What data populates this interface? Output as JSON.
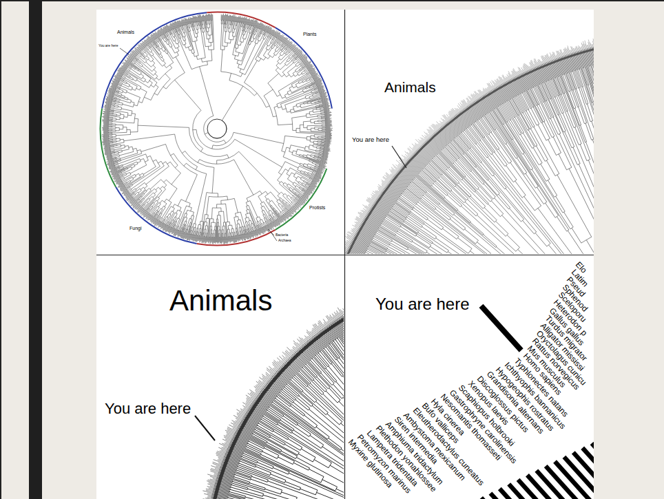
{
  "diagram": {
    "labels": [
      "Animals",
      "You are here",
      "Plants",
      "Protists",
      "Fungi",
      "Bacteria",
      "Archaea",
      "Animals",
      "You are here",
      "Animals",
      "You are here",
      "You are here",
      "Myxine glutinosa",
      "Petromyzon marinus",
      "Lampetra tridentata",
      "Plethodon yonahlossee",
      "Amphiuma tridactylum",
      "Siren intermedia",
      "Ambystoma mexicanum",
      "Eleutherodactylus cuneatus",
      "Bufo valliceps",
      "Hyla cinerea",
      "Nesomantis thomasseti",
      "Gastrophryne carolinensis",
      "Scaphiopus holbrooki",
      "Xenopus laevis",
      "Discoglossus pictus",
      "Grandisonia alternans",
      "Hypogeophis rostratus",
      "Ichthyophis bannanicus",
      "Typhlonectes natans",
      "Homo sapiens",
      "Mus musculus",
      "Rattus norvegicus",
      "Oryctolagus cunicu",
      "Alligator mississi",
      "Turdus migrator",
      "Gallus gallus",
      "Heterodon p",
      "Sceloporu",
      "Sphenod",
      "Pseud",
      "Latim",
      "Elo"
    ]
  }
}
